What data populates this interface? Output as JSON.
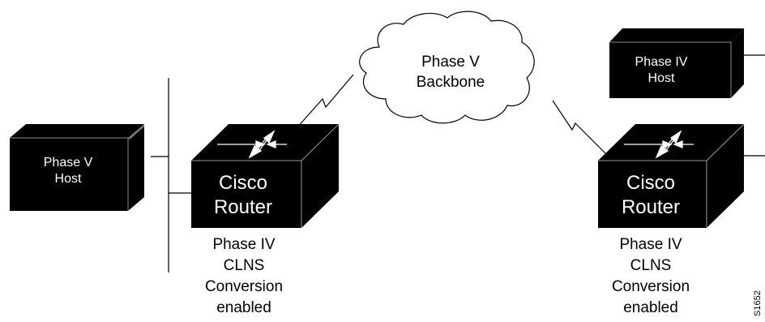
{
  "cloud": {
    "line1": "Phase V",
    "line2": "Backbone"
  },
  "phase_v_host": {
    "line1": "Phase V",
    "line2": "Host"
  },
  "phase_iv_host": {
    "line1": "Phase IV",
    "line2": "Host"
  },
  "router_left": {
    "label1": "Cisco",
    "label2": "Router",
    "caption": [
      "Phase IV",
      "CLNS",
      "Conversion",
      "enabled"
    ]
  },
  "router_right": {
    "label1": "Cisco",
    "label2": "Router",
    "caption": [
      "Phase IV",
      "CLNS",
      "Conversion",
      "enabled"
    ]
  },
  "figure_id": "S1652"
}
